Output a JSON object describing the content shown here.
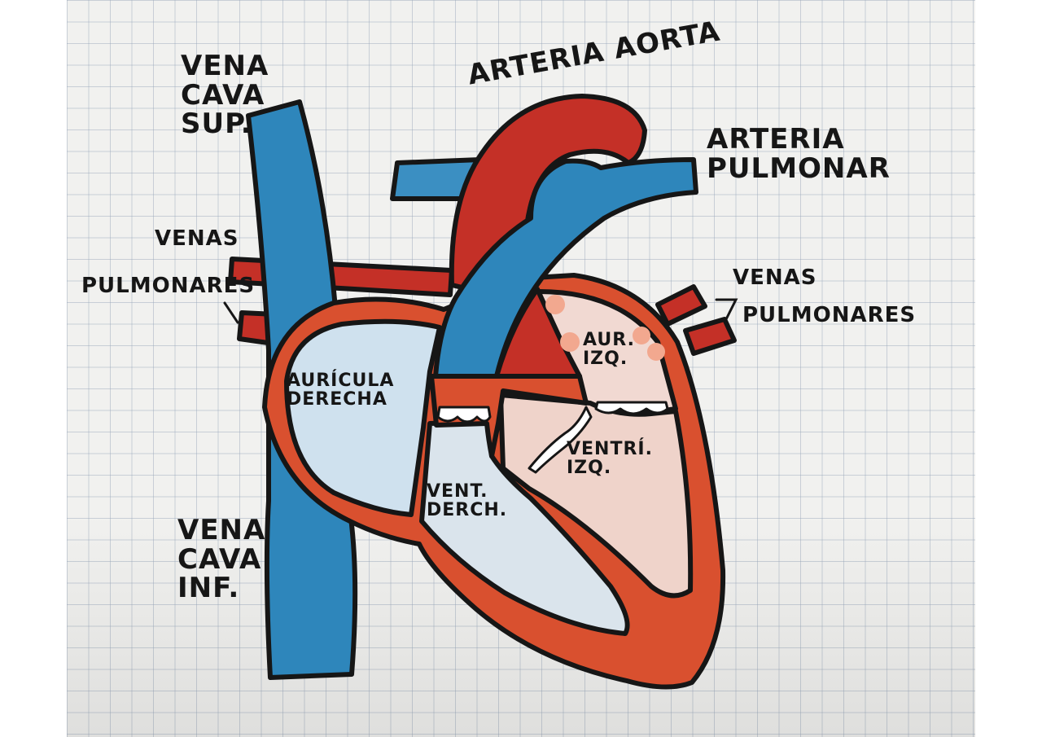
{
  "colors": {
    "venous_blue": "#2e86bb",
    "venous_blue_light": "#5aa6d4",
    "arterial_red": "#c43027",
    "arterial_red_orange": "#d9502f",
    "atrium_right_fill": "#cfe1ee",
    "ventricle_right_fill": "#dae4ec",
    "atrium_left_fill": "#f1d9d2",
    "ventricle_left_fill": "#efd3ca",
    "ink": "#161616",
    "paper": "#f1f1ef"
  },
  "labels": {
    "vena_cava_sup": "VENA\nCAVA\nSUP.",
    "arteria_aorta": "ARTERIA AORTA",
    "arteria_pulmonar": "ARTERIA\nPULMONAR",
    "venas_pulmonares_left_1": "VENAS",
    "venas_pulmonares_left_2": "PULMONARES",
    "venas_pulmonares_right_1": "VENAS",
    "venas_pulmonares_right_2": "PULMONARES",
    "auricula_derecha": "AURÍCULA\nDERECHA",
    "aur_izq": "AUR.\nIZQ.",
    "ventri_izq": "VENTRÍ.\nIZQ.",
    "vent_derch": "VENT.\nDERCH.",
    "vena_cava_inf": "VENA\nCAVA\nINF."
  }
}
